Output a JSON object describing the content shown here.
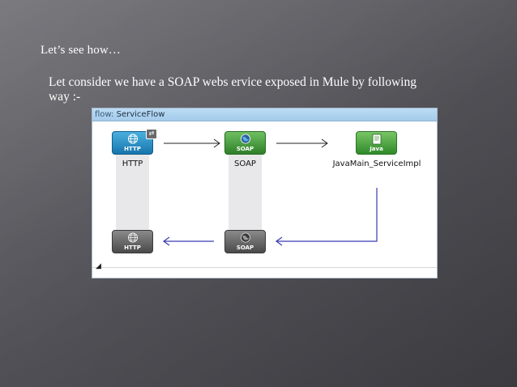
{
  "slide": {
    "heading": "Let’s see how…",
    "body": "Let consider we have a SOAP webs ervice exposed in Mule by following way :-"
  },
  "flow": {
    "prefix": "flow:",
    "name": "ServiceFlow",
    "nodes": {
      "http_out": {
        "icon": "globe-icon",
        "caption": "HTTP",
        "label": "HTTP"
      },
      "soap_in": {
        "icon": "globe-icon",
        "caption": "SOAP",
        "label": "SOAP"
      },
      "java": {
        "icon": "java-document-icon",
        "caption": "Java",
        "label": "JavaMain_ServiceImpl"
      },
      "http_in": {
        "icon": "globe-icon",
        "caption": "HTTP"
      },
      "soap_out": {
        "icon": "globe-icon",
        "caption": "SOAP"
      }
    },
    "colors": {
      "http": "#1775ac",
      "soap": "#2f7f2a",
      "java": "#2f8a2b",
      "response": "#4a4a4a",
      "return_arrow": "#3a3ab5"
    }
  }
}
